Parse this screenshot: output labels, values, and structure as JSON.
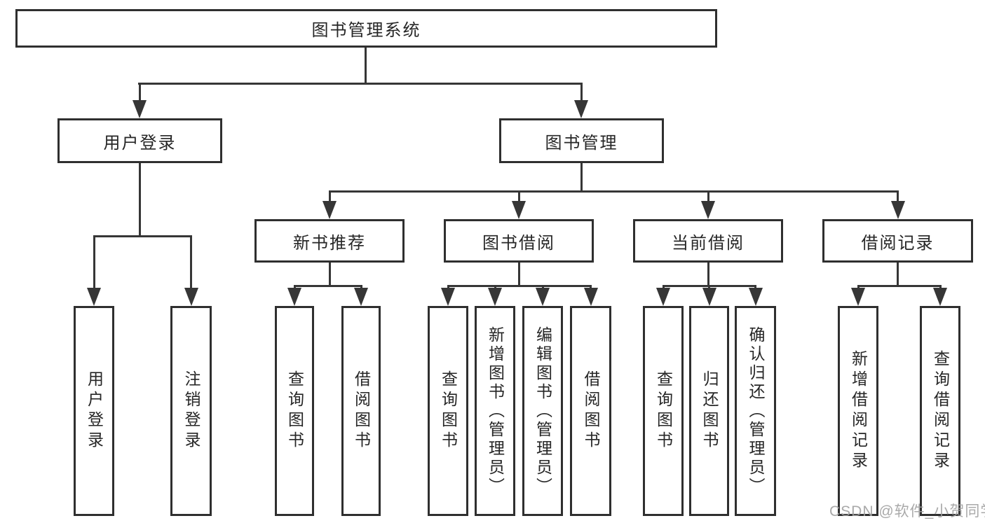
{
  "diagram_title": "图书管理系统",
  "watermark_text": "CSDN @软件_小贺同学",
  "colors": {
    "border": "#2f2f2f",
    "line": "#363636",
    "text": "#262626",
    "watermark": "#a0a0a0",
    "background": "#ffffff"
  },
  "tree": {
    "root": {
      "label": "图书管理系统"
    },
    "branches": [
      {
        "label": "用户登录",
        "children": [
          {
            "label": "用户登录"
          },
          {
            "label": "注销登录"
          }
        ]
      },
      {
        "label": "图书管理",
        "children": [
          {
            "label": "新书推荐",
            "children": [
              {
                "label": "查询图书"
              },
              {
                "label": "借阅图书"
              }
            ]
          },
          {
            "label": "图书借阅",
            "children": [
              {
                "label": "查询图书"
              },
              {
                "label": "新增图书（管理员）"
              },
              {
                "label": "编辑图书（管理员）"
              },
              {
                "label": "借阅图书"
              }
            ]
          },
          {
            "label": "当前借阅",
            "children": [
              {
                "label": "查询图书"
              },
              {
                "label": "归还图书"
              },
              {
                "label": "确认归还（管理员）"
              }
            ]
          },
          {
            "label": "借阅记录",
            "children": [
              {
                "label": "新增借阅记录"
              },
              {
                "label": "查询借阅记录"
              }
            ]
          }
        ]
      }
    ]
  }
}
